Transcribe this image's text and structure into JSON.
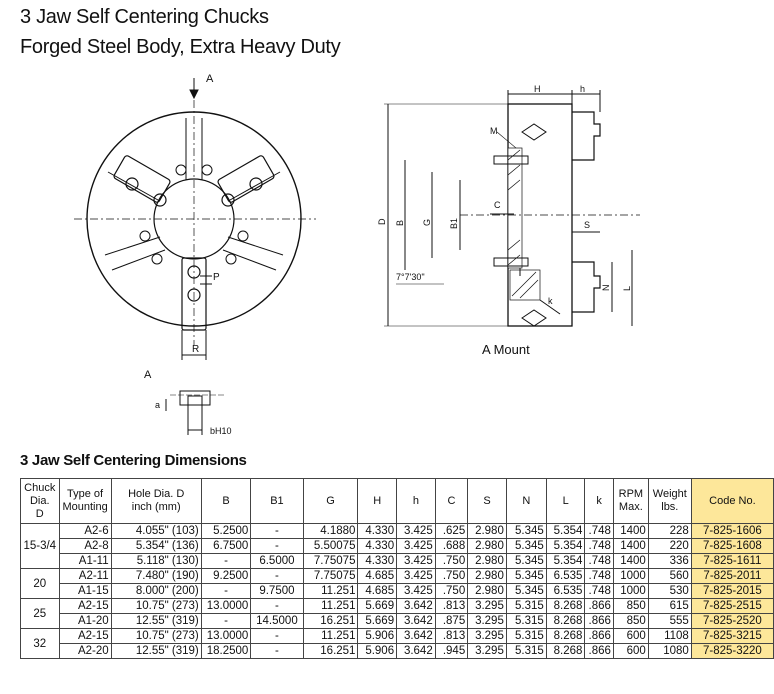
{
  "header": {
    "title": "3 Jaw Self Centering Chucks",
    "subtitle": "Forged Steel Body, Extra Heavy Duty"
  },
  "drawing": {
    "front_view": {
      "A": "A",
      "P": "P",
      "R": "R"
    },
    "detail_view": {
      "A": "A",
      "a": "a",
      "bH10": "bH10"
    },
    "side_view": {
      "caption": "A Mount",
      "labels": {
        "H": "H",
        "h": "h",
        "M": "M",
        "D": "D",
        "B": "B",
        "G": "G",
        "B1": "B1",
        "C": "C",
        "S": "S",
        "N": "N",
        "L": "L",
        "k": "k",
        "angle": "7°7'30''"
      }
    }
  },
  "table": {
    "title": "3 Jaw Self Centering Dimensions",
    "headers": [
      "Chuck Dia. D",
      "Type of Mounting",
      "Hole Dia. D inch (mm)",
      "B",
      "B1",
      "G",
      "H",
      "h",
      "C",
      "S",
      "N",
      "L",
      "k",
      "RPM Max.",
      "Weight lbs.",
      "Code No."
    ],
    "groups": [
      {
        "chuck": "15-3/4",
        "rows": [
          [
            "A2-6",
            "4.055\" (103)",
            "5.2500",
            "-",
            "4.1880",
            "4.330",
            "3.425",
            ".625",
            "2.980",
            "5.345",
            "5.354",
            ".748",
            "1400",
            "228",
            "7-825-1606"
          ],
          [
            "A2-8",
            "5.354\" (136)",
            "6.7500",
            "-",
            "5.50075",
            "4.330",
            "3.425",
            ".688",
            "2.980",
            "5.345",
            "5.354",
            ".748",
            "1400",
            "220",
            "7-825-1608"
          ],
          [
            "A1-11",
            "5.118\" (130)",
            "-",
            "6.5000",
            "7.75075",
            "4.330",
            "3.425",
            ".750",
            "2.980",
            "5.345",
            "5.354",
            ".748",
            "1400",
            "336",
            "7-825-1611"
          ]
        ]
      },
      {
        "chuck": "20",
        "rows": [
          [
            "A2-11",
            "7.480\" (190)",
            "9.2500",
            "-",
            "7.75075",
            "4.685",
            "3.425",
            ".750",
            "2.980",
            "5.345",
            "6.535",
            ".748",
            "1000",
            "560",
            "7-825-2011"
          ],
          [
            "A1-15",
            "8.000\" (200)",
            "-",
            "9.7500",
            "11.251",
            "4.685",
            "3.425",
            ".750",
            "2.980",
            "5.345",
            "6.535",
            ".748",
            "1000",
            "530",
            "7-825-2015"
          ]
        ]
      },
      {
        "chuck": "25",
        "rows": [
          [
            "A2-15",
            "10.75\" (273)",
            "13.0000",
            "-",
            "11.251",
            "5.669",
            "3.642",
            ".813",
            "3.295",
            "5.315",
            "8.268",
            ".866",
            "850",
            "615",
            "7-825-2515"
          ],
          [
            "A1-20",
            "12.55\" (319)",
            "-",
            "14.5000",
            "16.251",
            "5.669",
            "3.642",
            ".875",
            "3.295",
            "5.315",
            "8.268",
            ".866",
            "850",
            "555",
            "7-825-2520"
          ]
        ]
      },
      {
        "chuck": "32",
        "rows": [
          [
            "A2-15",
            "10.75\" (273)",
            "13.0000",
            "-",
            "11.251",
            "5.906",
            "3.642",
            ".813",
            "3.295",
            "5.315",
            "8.268",
            ".866",
            "600",
            "1108",
            "7-825-3215"
          ],
          [
            "A2-20",
            "12.55\" (319)",
            "18.2500",
            "-",
            "16.251",
            "5.906",
            "3.642",
            ".945",
            "3.295",
            "5.315",
            "8.268",
            ".866",
            "600",
            "1080",
            "7-825-3220"
          ]
        ]
      }
    ]
  }
}
